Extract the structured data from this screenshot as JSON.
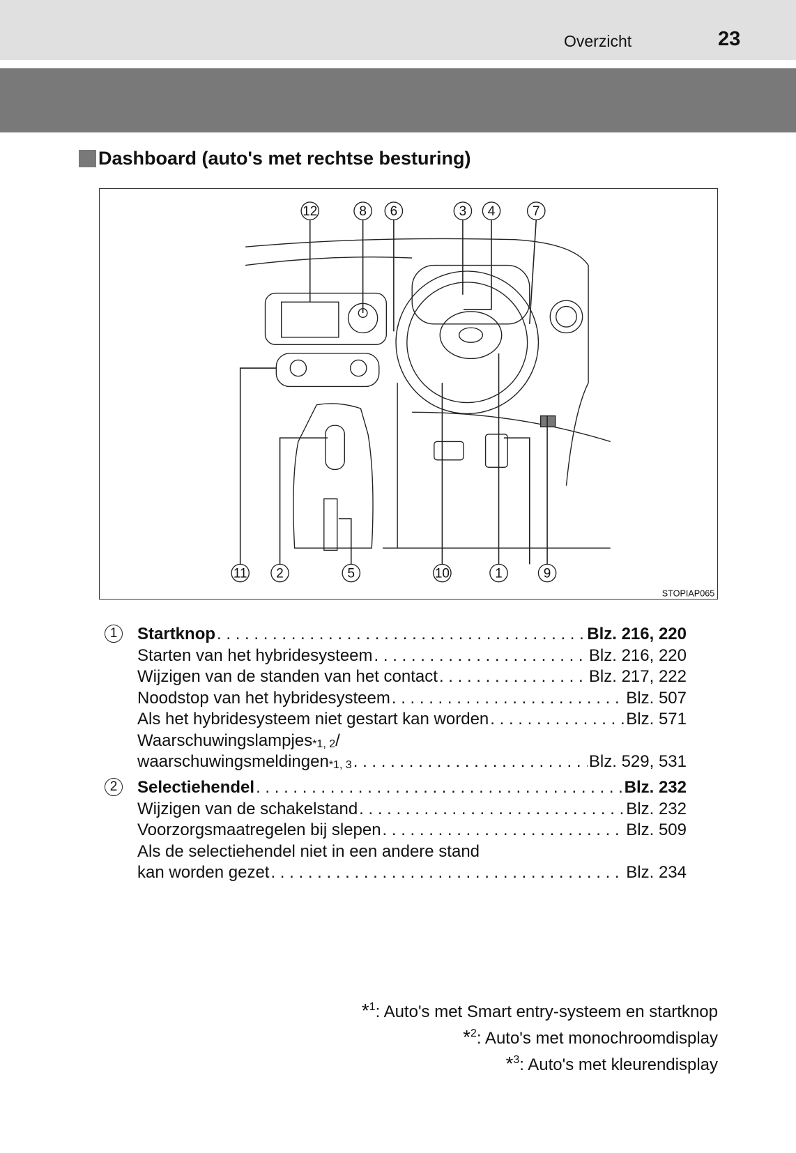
{
  "header": {
    "section": "Overzicht",
    "page_number": "23"
  },
  "title": "Dashboard (auto's met rechtse besturing)",
  "figure": {
    "code": "STOPIAP065",
    "top_callouts": [
      "12",
      "8",
      "6",
      "3",
      "4",
      "7"
    ],
    "bottom_callouts": [
      "11",
      "2",
      "5",
      "10",
      "1",
      "9"
    ]
  },
  "items": [
    {
      "number": "1",
      "title": "Startknop",
      "page": "Blz. 216, 220",
      "subs": [
        {
          "text": "Starten van het hybridesysteem",
          "page": "Blz. 216, 220"
        },
        {
          "text": "Wijzigen van de standen van het contact",
          "page": "Blz. 217, 222"
        },
        {
          "text": "Noodstop van het hybridesysteem",
          "page": "Blz. 507"
        },
        {
          "text": "Als het hybridesysteem niet gestart kan worden",
          "page": "Blz. 571"
        },
        {
          "text": "Waarschuwingslampjes",
          "sup": "*1, 2",
          "suffix": "/"
        },
        {
          "text": "waarschuwingsmeldingen",
          "sup": "*1, 3",
          "page": "Blz. 529, 531"
        }
      ]
    },
    {
      "number": "2",
      "title": "Selectiehendel",
      "page": "Blz. 232",
      "subs": [
        {
          "text": "Wijzigen van de schakelstand",
          "page": "Blz. 232"
        },
        {
          "text": "Voorzorgsmaatregelen bij slepen",
          "page": "Blz. 509"
        },
        {
          "text": "Als de selectiehendel niet in een andere stand"
        },
        {
          "text": "kan worden gezet",
          "page": "Blz. 234"
        }
      ]
    }
  ],
  "footnotes": [
    {
      "mark": "*",
      "num": "1",
      "text": ": Auto's met Smart entry-systeem en startknop"
    },
    {
      "mark": "*",
      "num": "2",
      "text": ": Auto's met monochroomdisplay"
    },
    {
      "mark": "*",
      "num": "3",
      "text": ": Auto's met kleurendisplay"
    }
  ]
}
